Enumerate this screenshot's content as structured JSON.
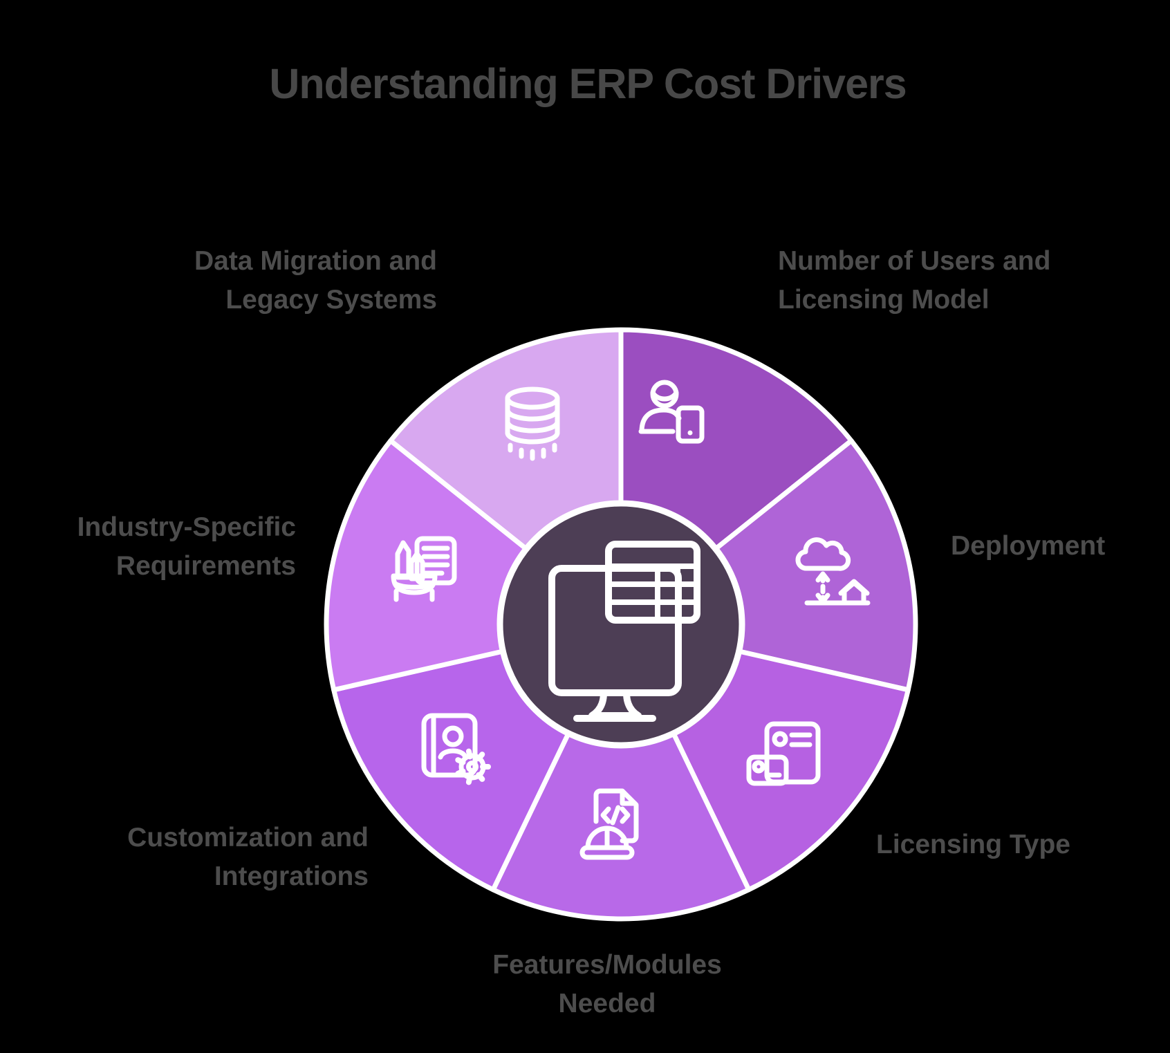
{
  "title": "Understanding ERP Cost Drivers",
  "colors": {
    "background": "#000000",
    "title_text": "#484848",
    "label_text": "#4d4d4d",
    "stroke": "#ffffff",
    "center_fill": "#4d3e55"
  },
  "wheel": {
    "center_icon": "erp-monitor-spreadsheet-icon",
    "segments": [
      {
        "id": "users",
        "label": "Number of Users and\nLicensing Model",
        "color": "#9b4ec0",
        "icon": "user-device-icon"
      },
      {
        "id": "deployment",
        "label": "Deployment",
        "color": "#af64d7",
        "icon": "cloud-onpremise-icon"
      },
      {
        "id": "licensing",
        "label": "Licensing Type",
        "color": "#b661e2",
        "icon": "license-cards-icon"
      },
      {
        "id": "features",
        "label": "Features/Modules\nNeeded",
        "color": "#b869e8",
        "icon": "worker-code-icon"
      },
      {
        "id": "customization",
        "label": "Customization and\nIntegrations",
        "color": "#b765eb",
        "icon": "book-gear-icon"
      },
      {
        "id": "industry",
        "label": "Industry-Specific\nRequirements",
        "color": "#ca7bf2",
        "icon": "industry-tools-doc-icon"
      },
      {
        "id": "migration",
        "label": "Data Migration and\nLegacy Systems",
        "color": "#d8a8f0",
        "icon": "database-migration-icon"
      }
    ]
  }
}
